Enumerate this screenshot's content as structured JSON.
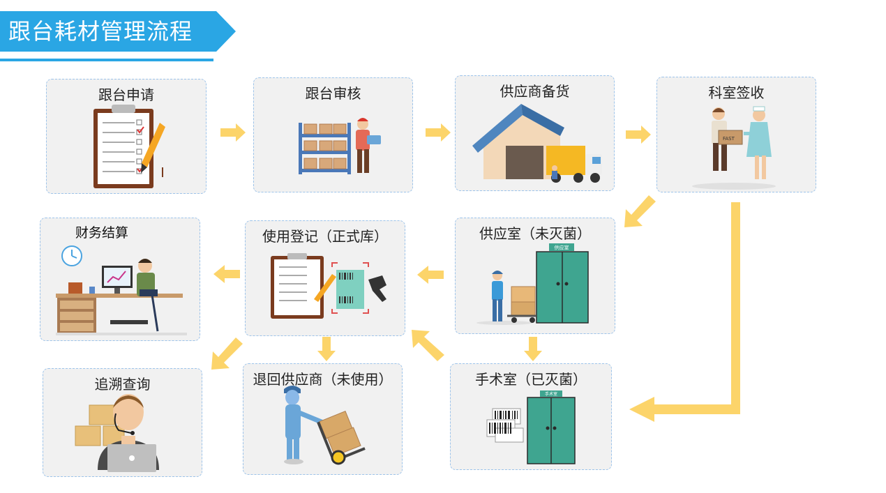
{
  "header": {
    "title": "跟台耗材管理流程",
    "banner_color": "#2aa6e4"
  },
  "colors": {
    "arrow": "#fcd46a",
    "card_border": "#9cc3ea",
    "card_bg": "#f1f1f1",
    "door": "#3fa590"
  },
  "steps": {
    "apply": "跟台申请",
    "review": "跟台审核",
    "supplier_stock": "供应商备货",
    "dept_sign": "科室签收",
    "finance": "财务结算",
    "register": "使用登记（正式库）",
    "supply_room": "供应室（未灭菌）",
    "trace": "追溯查询",
    "return": "退回供应商（未使用）",
    "or_room": "手术室（已灭菌）"
  },
  "signs": {
    "supply_room_sign": "供应室",
    "or_room_sign": "手术室",
    "box_label": "FAST"
  }
}
